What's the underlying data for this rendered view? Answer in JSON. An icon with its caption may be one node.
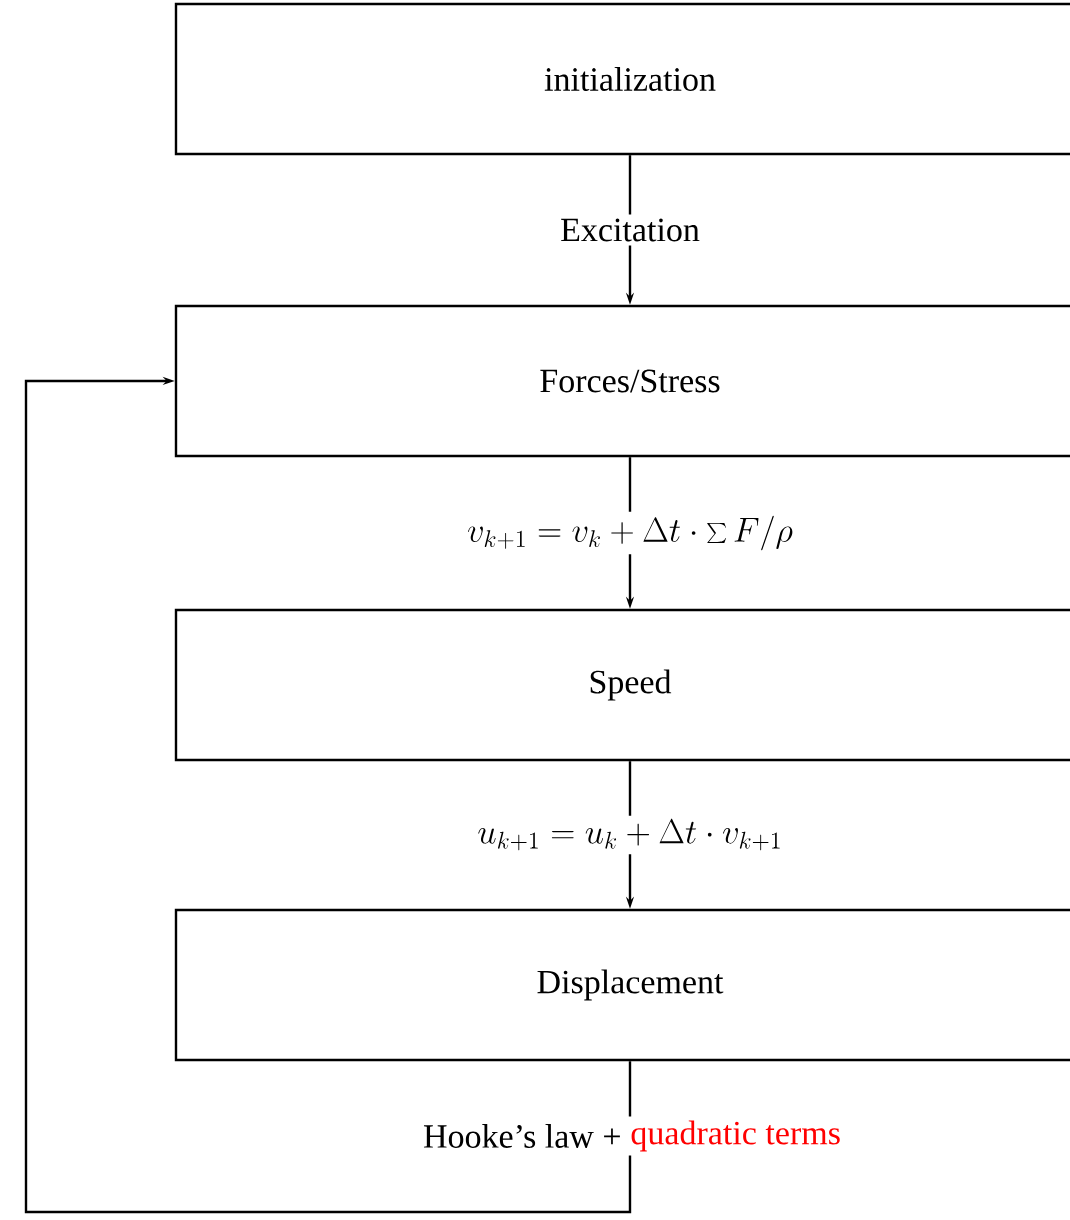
{
  "diagram": {
    "nodes": [
      {
        "text": [
          "initialization"
        ]
      },
      {
        "text": [
          "Forces/Stress"
        ]
      },
      {
        "text": [
          "Speed"
        ]
      },
      {
        "text": [
          "Displacement"
        ]
      }
    ],
    "edges": [
      {
        "from": 0,
        "to": 1,
        "arrow": "to",
        "label": "Excitation"
      },
      {
        "from": 1,
        "to": 2,
        "arrow": "to",
        "label": "v_{k+1} = v_k + \\Delta t \\cdot \\sum F/\\rho"
      },
      {
        "from": 2,
        "to": 3,
        "arrow": "to",
        "label": "u_{k+1} = u_k + \\Delta t \\cdot v_{k+1}"
      },
      {
        "from": 3,
        "to": 1,
        "arrow": "to",
        "label": "Hooke’s law +"
      }
    ],
    "labels": [
      "quadratic terms"
    ]
  }
}
